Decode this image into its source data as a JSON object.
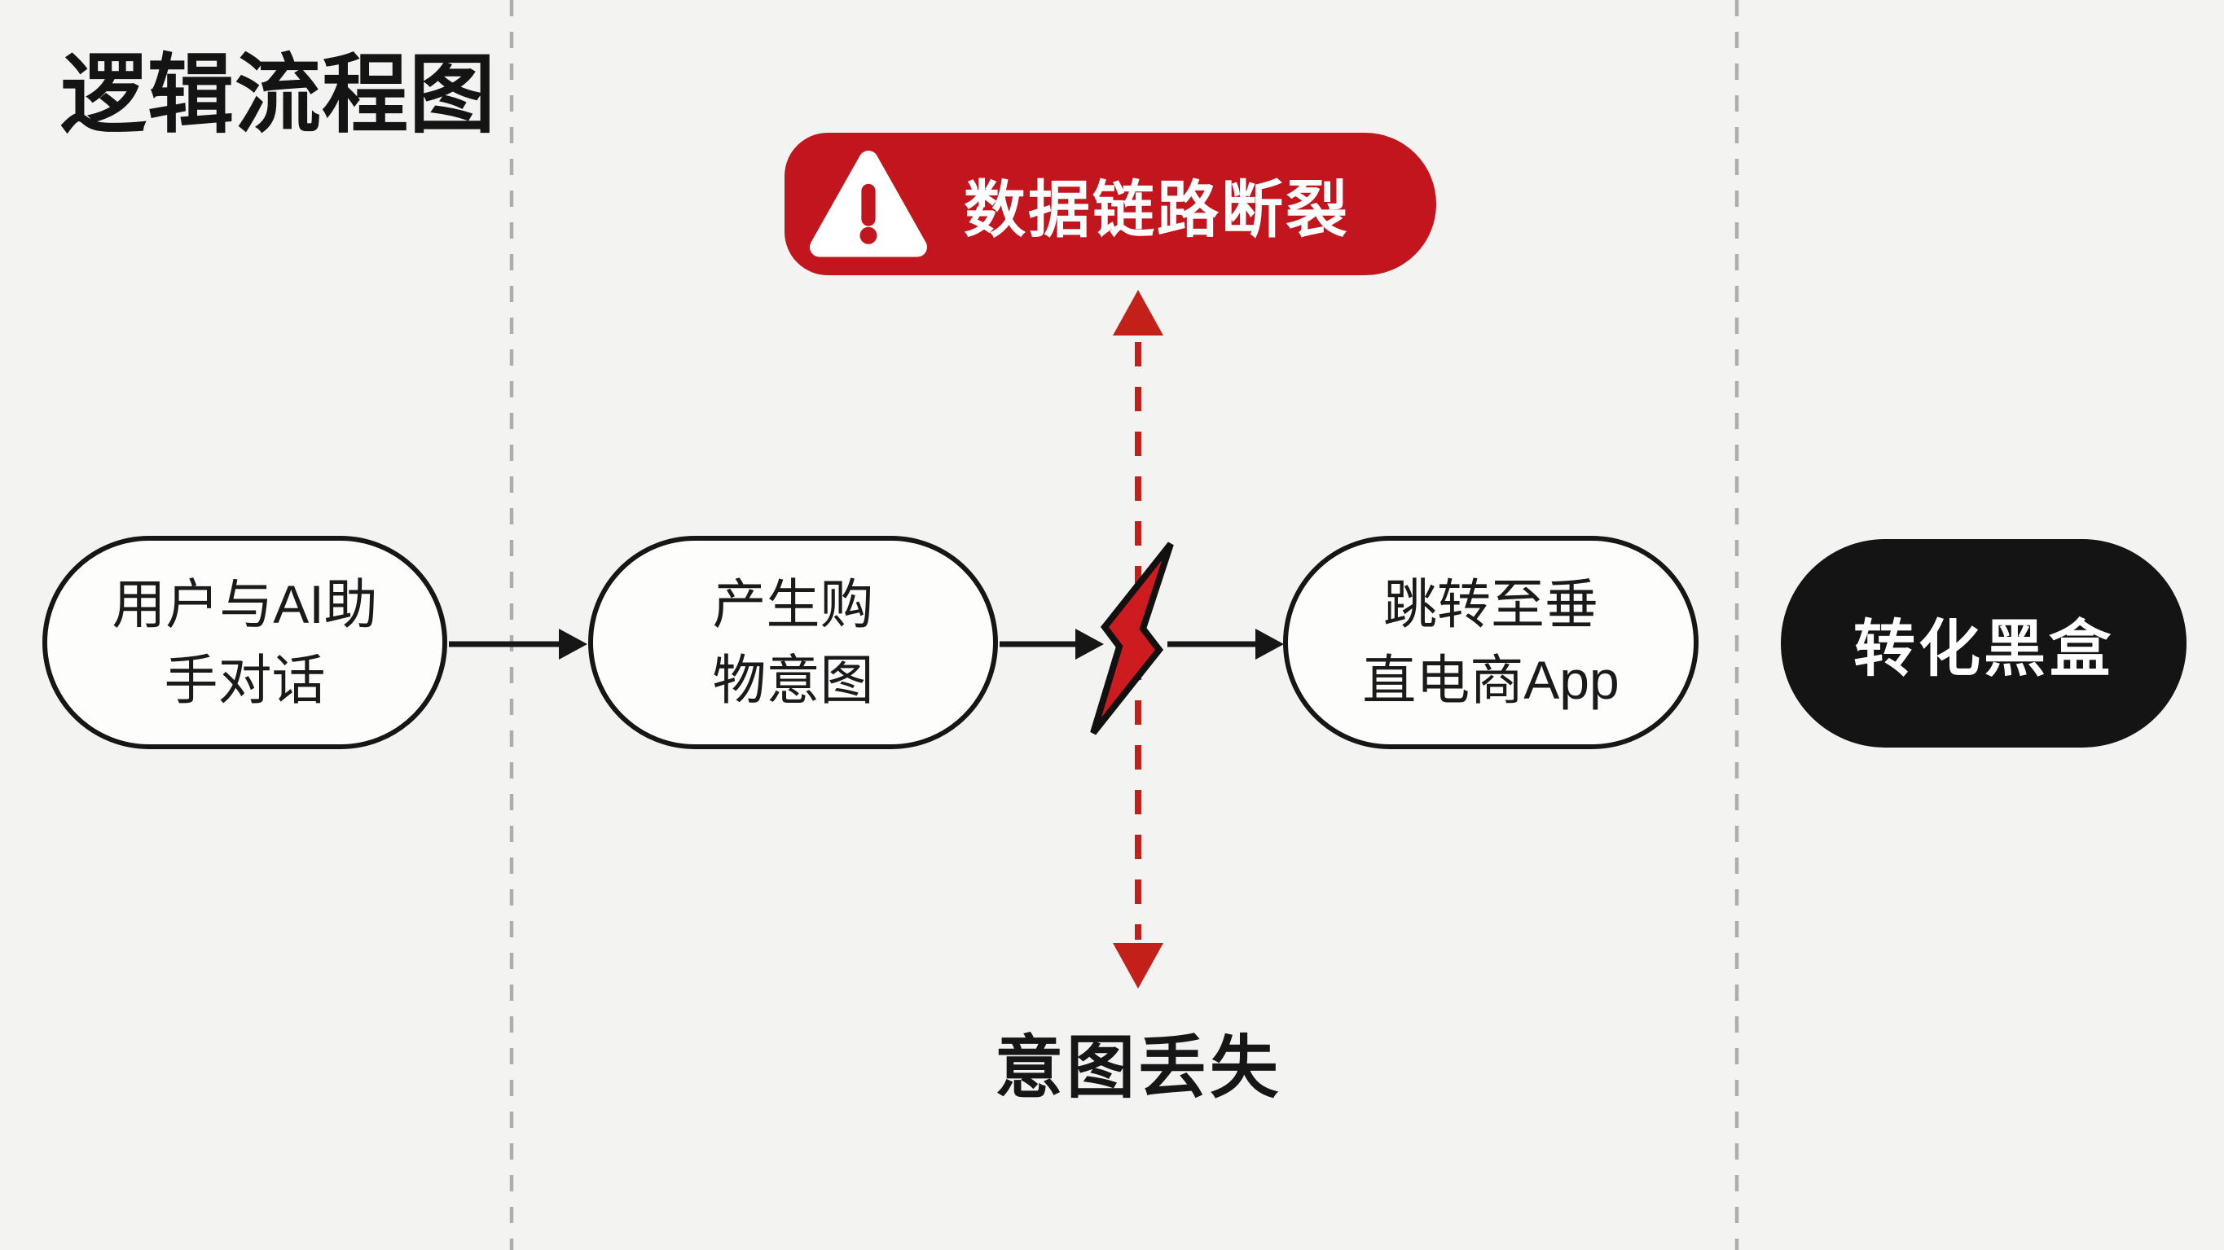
{
  "title": "逻辑流程图",
  "alert_badge": {
    "label": "数据链路断裂",
    "icon": "warning-triangle-icon",
    "color": "#c3151d"
  },
  "flow": {
    "nodes": [
      {
        "id": "user-ai-dialog",
        "line1": "用户与AI助",
        "line2": "手对话"
      },
      {
        "id": "shopping-intent",
        "line1": "产生购",
        "line2": "物意图"
      },
      {
        "id": "jump-vertical-app",
        "line1": "跳转至垂",
        "line2": "直电商App"
      },
      {
        "id": "conversion-blackbox",
        "line1": "转化黑盒",
        "line2": ""
      }
    ],
    "break_symbol": "lightning-bolt-icon",
    "lost_label": "意图丢失"
  },
  "colors": {
    "canvas": "#f3f3f1",
    "alert_red": "#c3151d",
    "bolt_red": "#ce1b1f",
    "ink_black": "#161616",
    "divider_gray": "#adadad"
  }
}
